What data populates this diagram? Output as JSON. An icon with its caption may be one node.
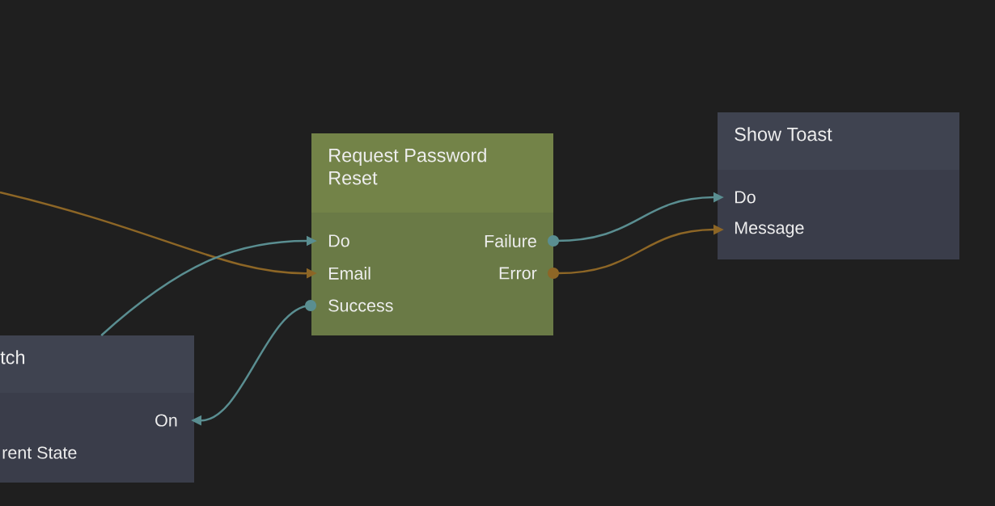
{
  "diagram": {
    "nodes": [
      {
        "text": [
          "Request Password Reset"
        ]
      },
      {
        "text": [
          "Do"
        ],
        "in": 0
      },
      {
        "text": [
          "Email"
        ],
        "in": 0
      },
      {
        "text": [
          "Success"
        ],
        "in": 0
      },
      {
        "text": [
          "Failure"
        ],
        "in": 0
      },
      {
        "text": [
          "Error"
        ],
        "in": 0
      },
      {
        "text": [
          "Show Toast"
        ]
      },
      {
        "text": [
          "Do"
        ],
        "in": 6
      },
      {
        "text": [
          "Message"
        ],
        "in": 6
      },
      {
        "text": [
          "tch"
        ]
      },
      {
        "text": [
          "On"
        ],
        "in": 9
      },
      {
        "text": [
          "rent State"
        ],
        "in": 9
      }
    ],
    "edges": [
      {
        "from": null,
        "to": 2,
        "arrow": "to",
        "color": "#8d6626"
      },
      {
        "from": 9,
        "to": 1,
        "arrow": "to"
      },
      {
        "from": 3,
        "to": 10,
        "arrow": "to"
      },
      {
        "from": 4,
        "to": 7,
        "arrow": "to"
      },
      {
        "from": 5,
        "to": 8,
        "arrow": "to",
        "color": "#8d6626"
      }
    ]
  }
}
